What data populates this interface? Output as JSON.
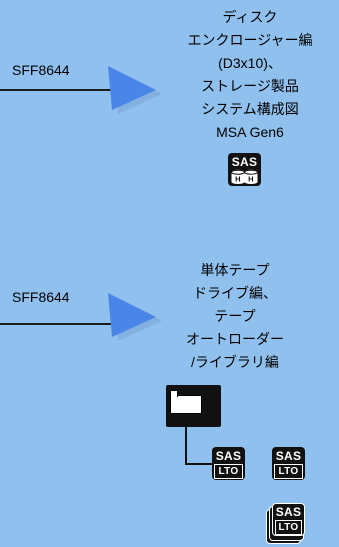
{
  "enclosure_section": {
    "connector_label": "SFF8644",
    "title_lines": [
      "ディスク",
      "エンクロージャー編",
      "(D3x10)、",
      "ストレージ製品",
      "システム構成図",
      "MSA Gen6"
    ],
    "sas_badge_text": "SAS",
    "disk_letters": [
      "H",
      "H"
    ]
  },
  "tape_section": {
    "connector_label": "SFF8644",
    "title_lines": [
      "単体テープ",
      "ドライブ編、",
      "テープ",
      "オートローダー",
      "/ライブラリ編"
    ],
    "sas_badge_text": "SAS",
    "lto_text": "LTO"
  },
  "colors": {
    "background": "#8fc0ee",
    "arrow": "#4a86e8",
    "arrow_shadow": "#7aa2d4",
    "icon": "#111111"
  }
}
